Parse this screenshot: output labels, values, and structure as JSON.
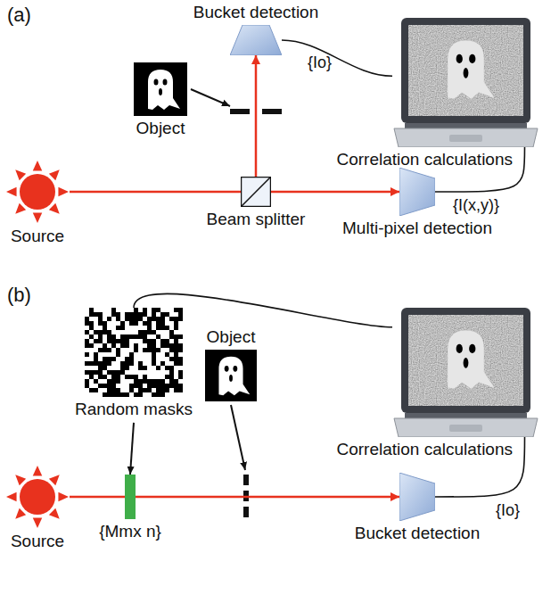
{
  "diagram": {
    "nodes": [
      {
        "text": [
          "Bucket detection"
        ]
      },
      {
        "text": [
          "Object"
        ]
      },
      {
        "text": [
          "Correlation calculations"
        ]
      },
      {
        "text": [
          "Source"
        ]
      },
      {
        "text": [
          "Beam splitter"
        ]
      },
      {
        "text": [
          "Multi-pixel detection"
        ]
      },
      {
        "text": [
          "Random masks"
        ]
      },
      {
        "text": [
          "{Mmx n}"
        ]
      },
      {
        "text": [
          "Object"
        ]
      },
      {
        "text": [
          "Correlation calculations"
        ]
      },
      {
        "text": [
          "Source"
        ]
      },
      {
        "text": [
          "Bucket detection"
        ]
      }
    ],
    "edges": [
      {
        "from": 0,
        "to": 2,
        "label": "{Io}",
        "arrow": "none"
      },
      {
        "from": 5,
        "to": 2,
        "label": "{I(x,y)}",
        "arrow": "none"
      },
      {
        "from": 3,
        "to": 4,
        "arrow": "none"
      },
      {
        "from": 4,
        "to": 5,
        "arrow": "to"
      },
      {
        "from": 4,
        "to": 0,
        "arrow": "to"
      },
      {
        "from": 6,
        "to": 7,
        "arrow": "to"
      },
      {
        "from": 6,
        "to": 9,
        "arrow": "none"
      },
      {
        "from": 10,
        "to": 7,
        "arrow": "none"
      },
      {
        "from": 7,
        "to": 11,
        "arrow": "to"
      },
      {
        "from": 11,
        "to": 9,
        "label": "{Io}",
        "arrow": "none"
      }
    ],
    "labels": [
      "(a)",
      "(b)"
    ]
  }
}
